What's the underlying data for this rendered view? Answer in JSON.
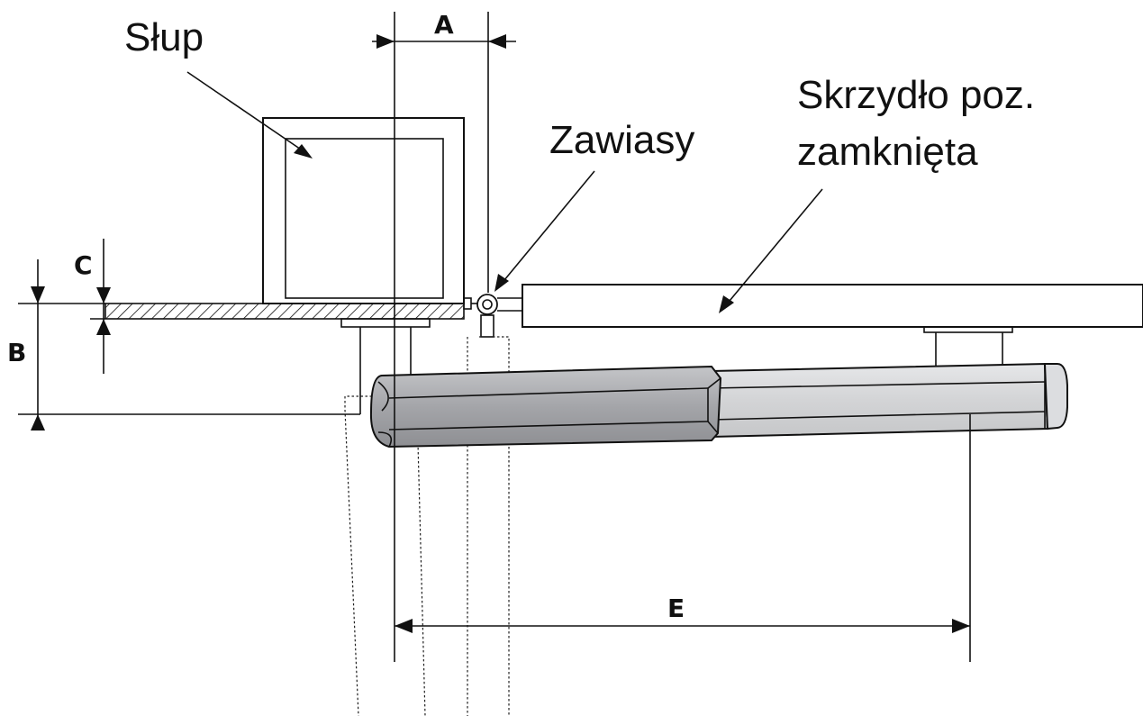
{
  "labels": {
    "post": "Słup",
    "hinges": "Zawiasy",
    "leaf_line1": "Skrzydło poz.",
    "leaf_line2": "zamknięta"
  },
  "dimensions": {
    "a": "A",
    "b": "B",
    "c": "C",
    "e": "E"
  },
  "colors": {
    "cylinder_dark": "#a8a9ad",
    "cylinder_light": "#d6d7d9",
    "line": "#111111"
  }
}
